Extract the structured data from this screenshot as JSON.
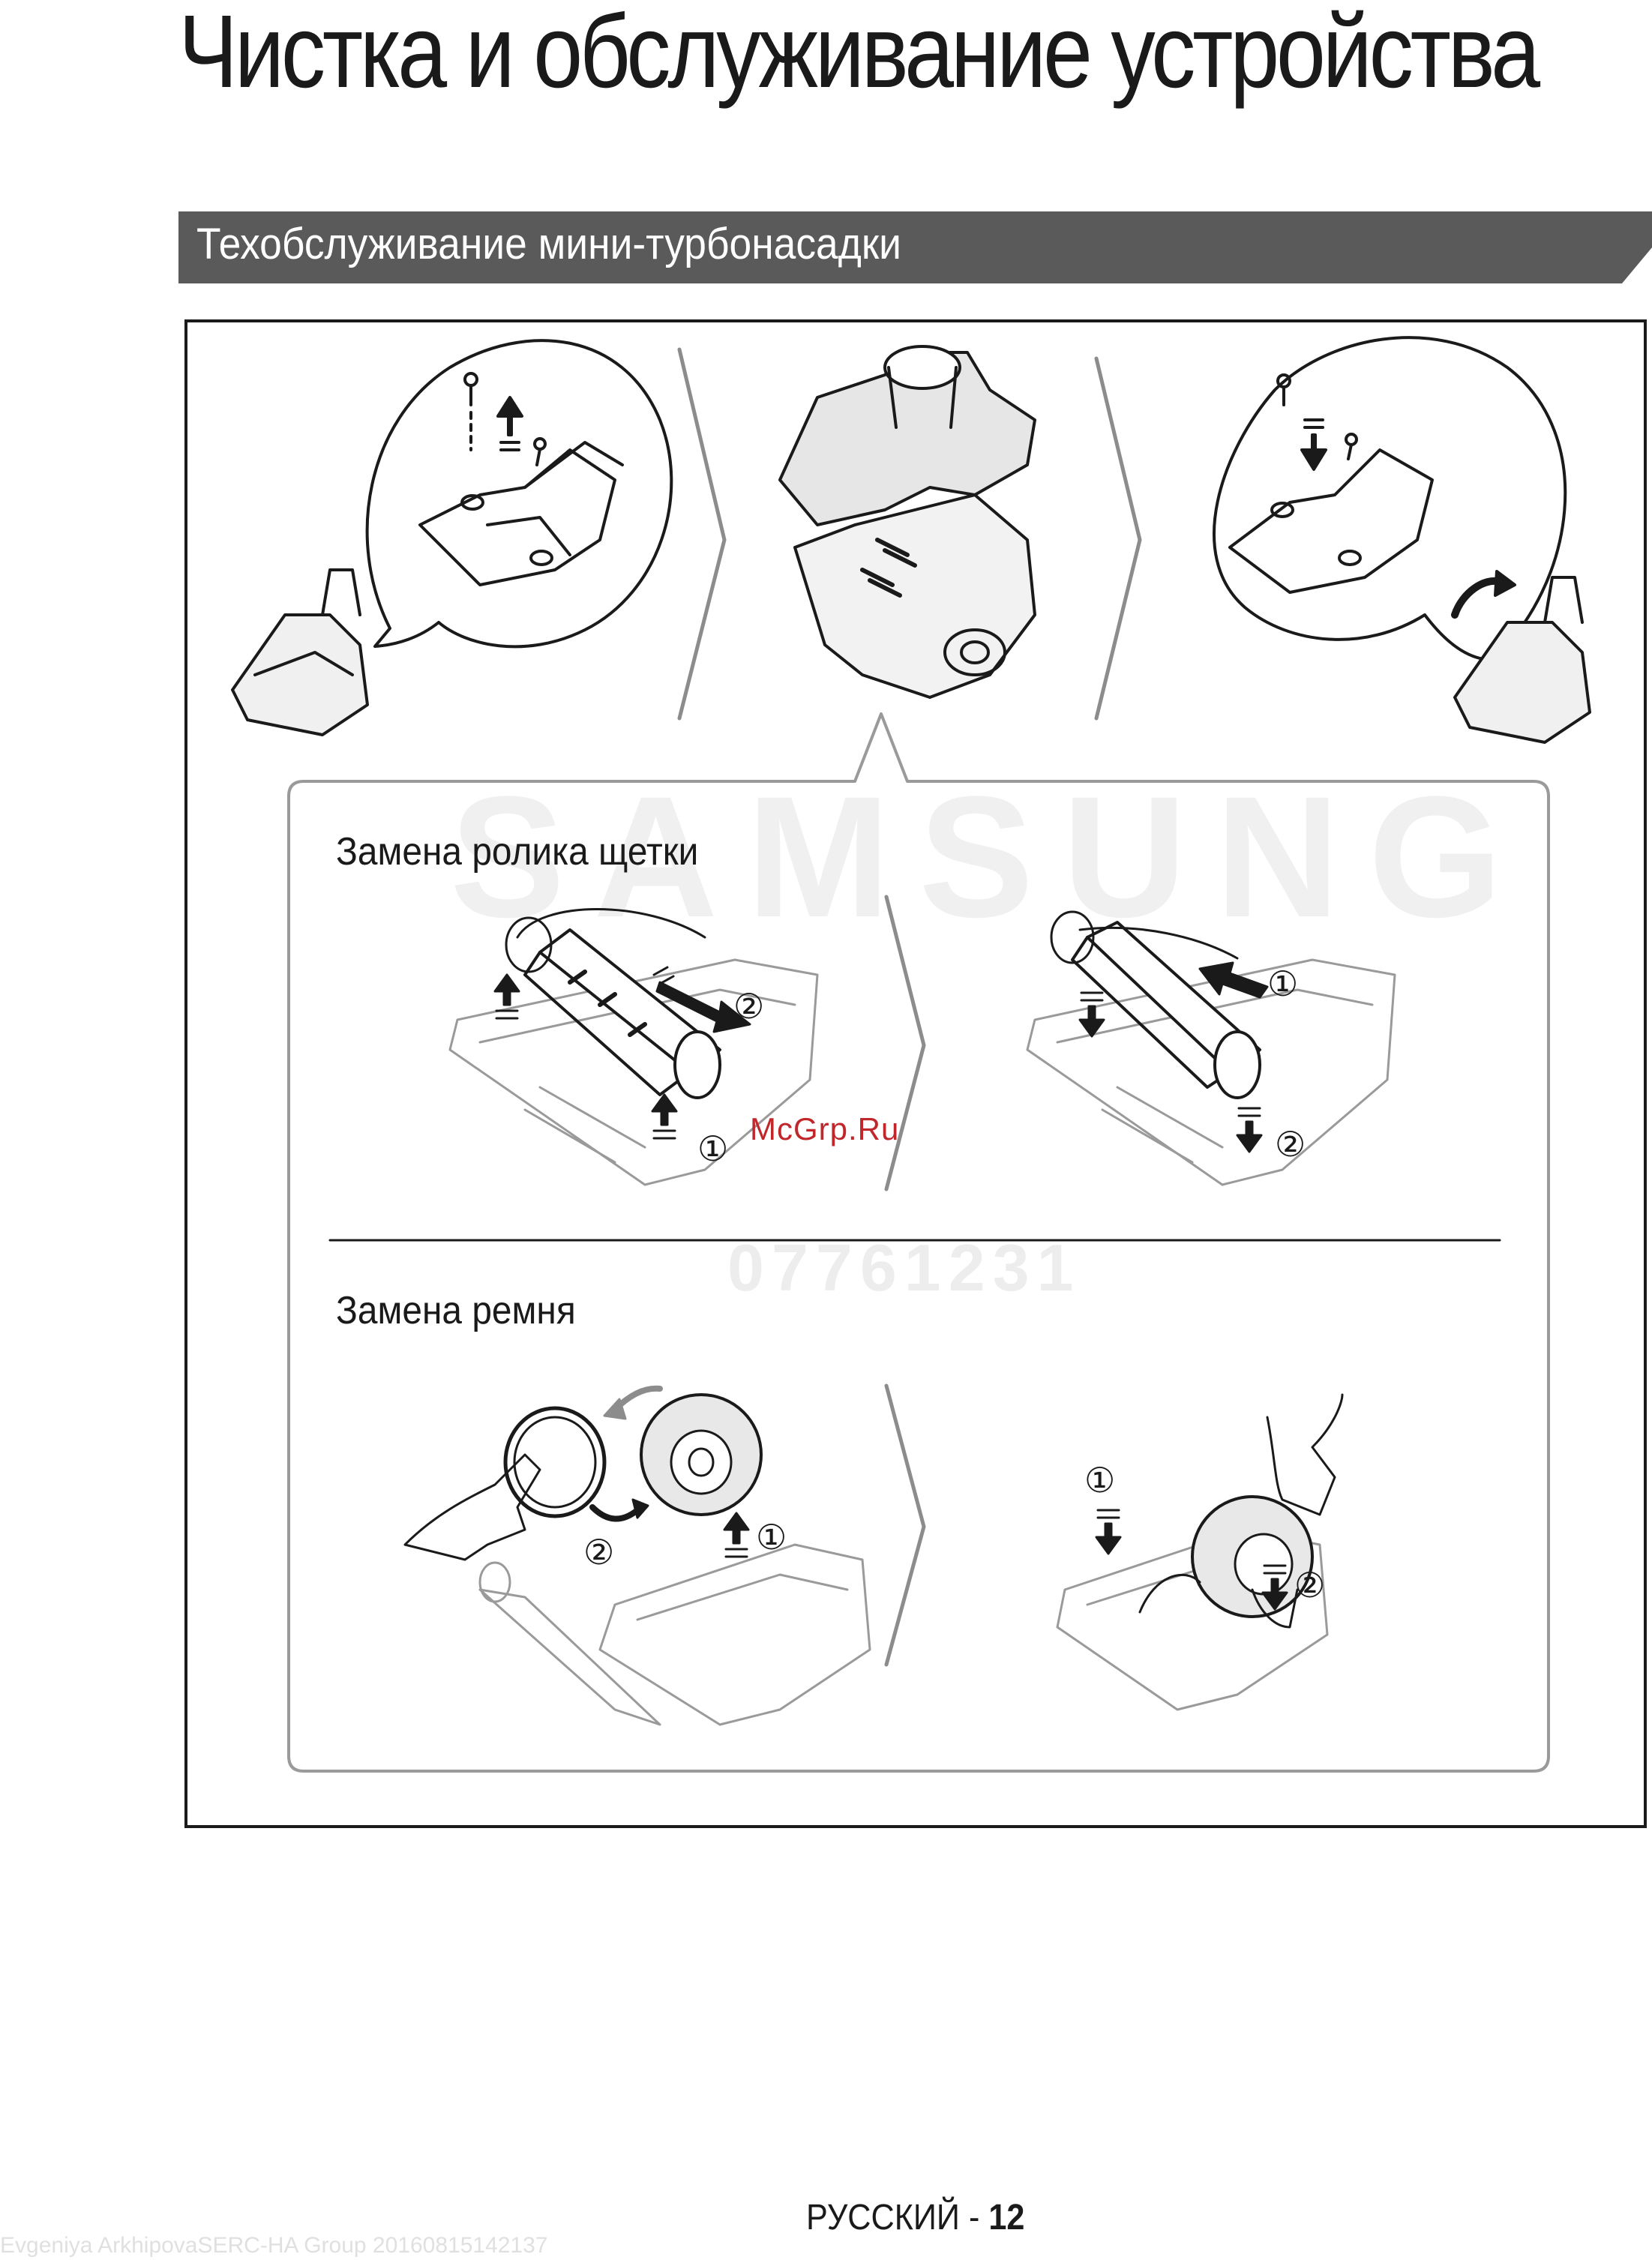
{
  "page": {
    "title": "Чистка и обслуживание устройства",
    "section": "Техобслуживание мини-турбонасадки",
    "brush_roller_title": "Замена ролика щетки",
    "belt_title": "Замена ремня",
    "watermark_brand": "SAMSUNG",
    "watermark_number": "07761231",
    "watermark_site": "McGrp.Ru",
    "footer_lang": "РУССКИЙ - ",
    "footer_page": "12",
    "footer_id": "Evgeniya ArkhipovaSERC-HA Group 20160815142137"
  },
  "callouts": {
    "one": "①",
    "two": "②"
  },
  "colors": {
    "section_bar": "#5a5a5a",
    "line_dark": "#1a1a1a",
    "line_gray": "#8c8c8c",
    "panel_border": "#9a9a9a",
    "watermark_red": "#c0262a"
  },
  "icons": [
    "screw-icon",
    "arrow-up-icon",
    "arrow-down-icon",
    "chevron-right-icon",
    "rotate-arrow-icon"
  ]
}
